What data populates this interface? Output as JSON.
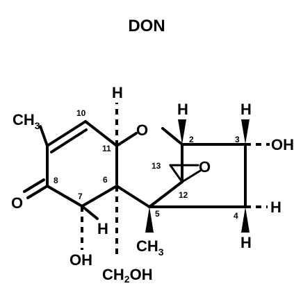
{
  "diagram": {
    "title": "DON",
    "atoms": {
      "ch3_left": "CH",
      "ch3_left_sub": "3",
      "o_ring": "O",
      "o_keto": "O",
      "o_epoxide": "O",
      "h_11_top": "H",
      "h_2_top": "H",
      "h_3_top": "H",
      "oh_3": "OH",
      "h_4_right": "H",
      "h_4_bottom": "H",
      "h_7": "H",
      "oh_7": "OH",
      "ch3_5": "CH",
      "ch3_5_sub": "3",
      "ch2oh_c": "CH",
      "ch2oh_sub": "2",
      "ch2oh_oh": "OH"
    },
    "numbers": {
      "n2": "2",
      "n3": "3",
      "n4": "4",
      "n5": "5",
      "n6": "6",
      "n7": "7",
      "n8": "8",
      "n10": "10",
      "n11": "11",
      "n12": "12",
      "n13": "13"
    }
  }
}
